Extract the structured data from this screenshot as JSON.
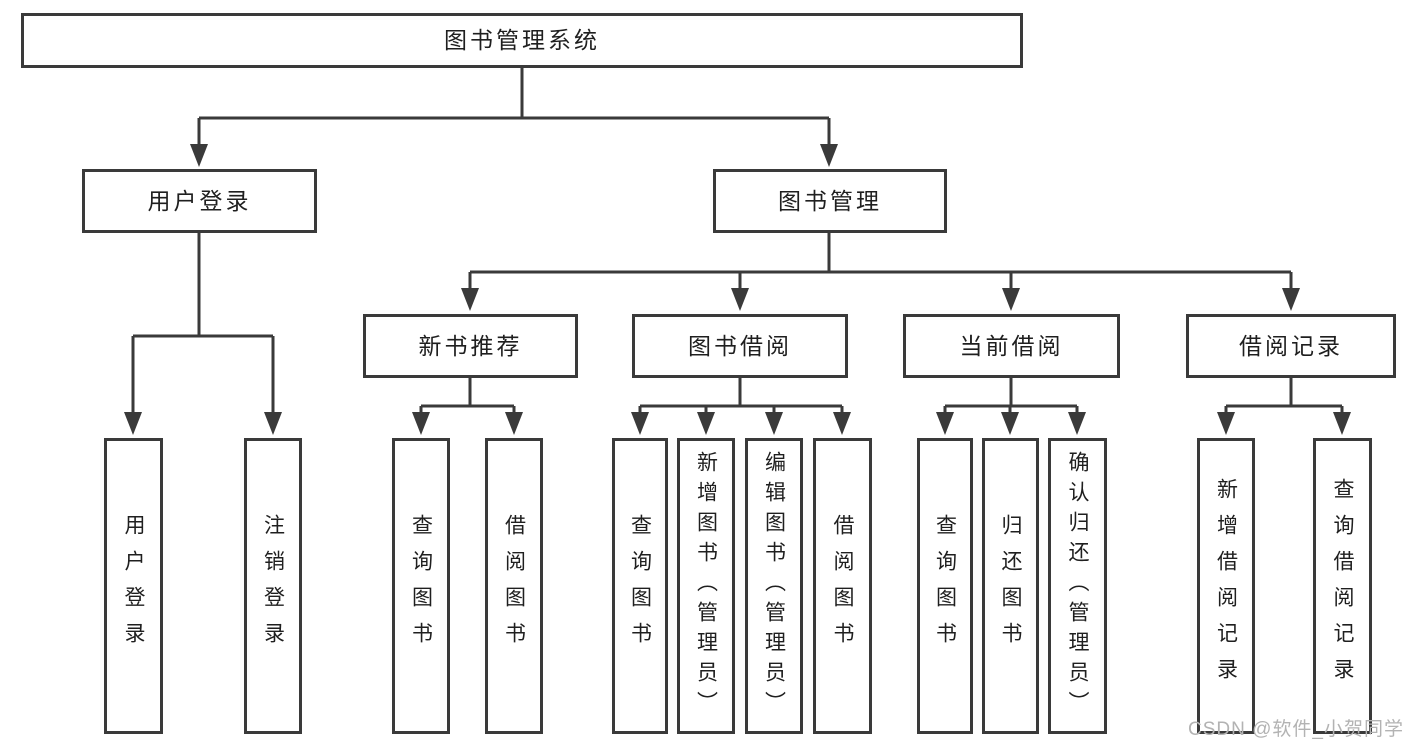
{
  "colors": {
    "line": "#3a3a3a",
    "node_border": "#3a3a3a",
    "text": "#1f1f1f",
    "background": "#ffffff",
    "watermark_text": "#b3b3b3"
  },
  "tree": {
    "root": "图书管理系统",
    "branches": [
      {
        "label": "用户登录",
        "children": [
          "用户登录",
          "注销登录"
        ]
      },
      {
        "label": "图书管理",
        "groups": [
          {
            "label": "新书推荐",
            "children": [
              "查询图书",
              "借阅图书"
            ]
          },
          {
            "label": "图书借阅",
            "children": [
              "查询图书",
              "新增图书（管理员）",
              "编辑图书（管理员）",
              "借阅图书"
            ]
          },
          {
            "label": "当前借阅",
            "children": [
              "查询图书",
              "归还图书",
              "确认归还（管理员）"
            ]
          },
          {
            "label": "借阅记录",
            "children": [
              "新增借阅记录",
              "查询借阅记录"
            ]
          }
        ]
      }
    ]
  },
  "watermark": "CSDN @软件_小贺同学"
}
